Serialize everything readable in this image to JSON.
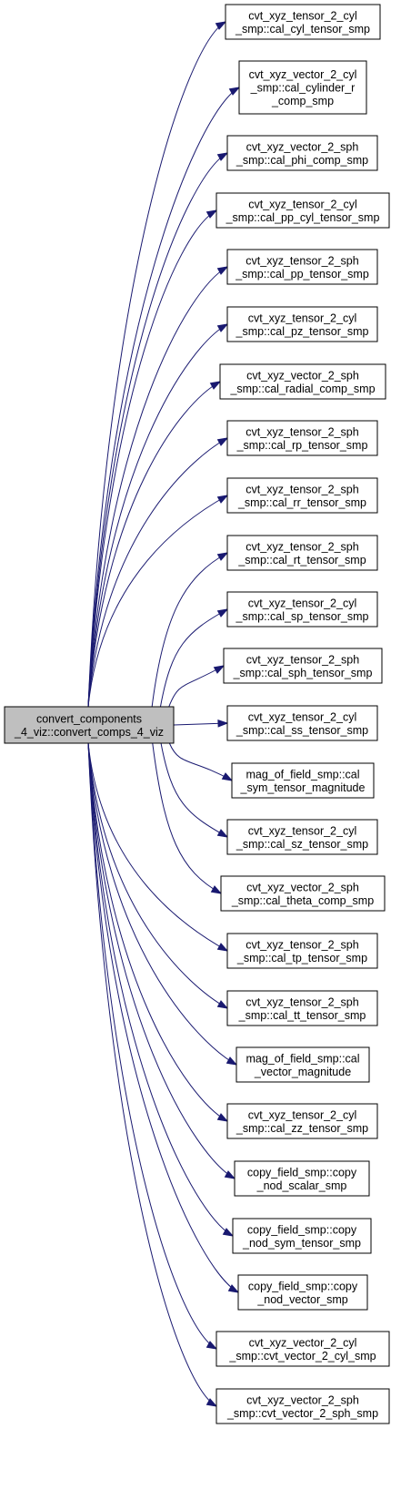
{
  "graph": {
    "edge_color": "#191970",
    "root_fill": "#bfbfbf",
    "root": {
      "lines": [
        "convert_components",
        "_4_viz::convert_comps_4_viz"
      ]
    },
    "callees": [
      {
        "lines": [
          "cvt_xyz_tensor_2_cyl",
          "_smp::cal_cyl_tensor_smp"
        ]
      },
      {
        "lines": [
          "cvt_xyz_vector_2_cyl",
          "_smp::cal_cylinder_r",
          "_comp_smp"
        ]
      },
      {
        "lines": [
          "cvt_xyz_vector_2_sph",
          "_smp::cal_phi_comp_smp"
        ]
      },
      {
        "lines": [
          "cvt_xyz_tensor_2_cyl",
          "_smp::cal_pp_cyl_tensor_smp"
        ]
      },
      {
        "lines": [
          "cvt_xyz_tensor_2_sph",
          "_smp::cal_pp_tensor_smp"
        ]
      },
      {
        "lines": [
          "cvt_xyz_tensor_2_cyl",
          "_smp::cal_pz_tensor_smp"
        ]
      },
      {
        "lines": [
          "cvt_xyz_vector_2_sph",
          "_smp::cal_radial_comp_smp"
        ]
      },
      {
        "lines": [
          "cvt_xyz_tensor_2_sph",
          "_smp::cal_rp_tensor_smp"
        ]
      },
      {
        "lines": [
          "cvt_xyz_tensor_2_sph",
          "_smp::cal_rr_tensor_smp"
        ]
      },
      {
        "lines": [
          "cvt_xyz_tensor_2_sph",
          "_smp::cal_rt_tensor_smp"
        ]
      },
      {
        "lines": [
          "cvt_xyz_tensor_2_cyl",
          "_smp::cal_sp_tensor_smp"
        ]
      },
      {
        "lines": [
          "cvt_xyz_tensor_2_sph",
          "_smp::cal_sph_tensor_smp"
        ]
      },
      {
        "lines": [
          "cvt_xyz_tensor_2_cyl",
          "_smp::cal_ss_tensor_smp"
        ]
      },
      {
        "lines": [
          "mag_of_field_smp::cal",
          "_sym_tensor_magnitude"
        ]
      },
      {
        "lines": [
          "cvt_xyz_tensor_2_cyl",
          "_smp::cal_sz_tensor_smp"
        ]
      },
      {
        "lines": [
          "cvt_xyz_vector_2_sph",
          "_smp::cal_theta_comp_smp"
        ]
      },
      {
        "lines": [
          "cvt_xyz_tensor_2_sph",
          "_smp::cal_tp_tensor_smp"
        ]
      },
      {
        "lines": [
          "cvt_xyz_tensor_2_sph",
          "_smp::cal_tt_tensor_smp"
        ]
      },
      {
        "lines": [
          "mag_of_field_smp::cal",
          "_vector_magnitude"
        ]
      },
      {
        "lines": [
          "cvt_xyz_tensor_2_cyl",
          "_smp::cal_zz_tensor_smp"
        ]
      },
      {
        "lines": [
          "copy_field_smp::copy",
          "_nod_scalar_smp"
        ]
      },
      {
        "lines": [
          "copy_field_smp::copy",
          "_nod_sym_tensor_smp"
        ]
      },
      {
        "lines": [
          "copy_field_smp::copy",
          "_nod_vector_smp"
        ]
      },
      {
        "lines": [
          "cvt_xyz_vector_2_cyl",
          "_smp::cvt_vector_2_cyl_smp"
        ]
      },
      {
        "lines": [
          "cvt_xyz_vector_2_sph",
          "_smp::cvt_vector_2_sph_smp"
        ]
      }
    ]
  }
}
